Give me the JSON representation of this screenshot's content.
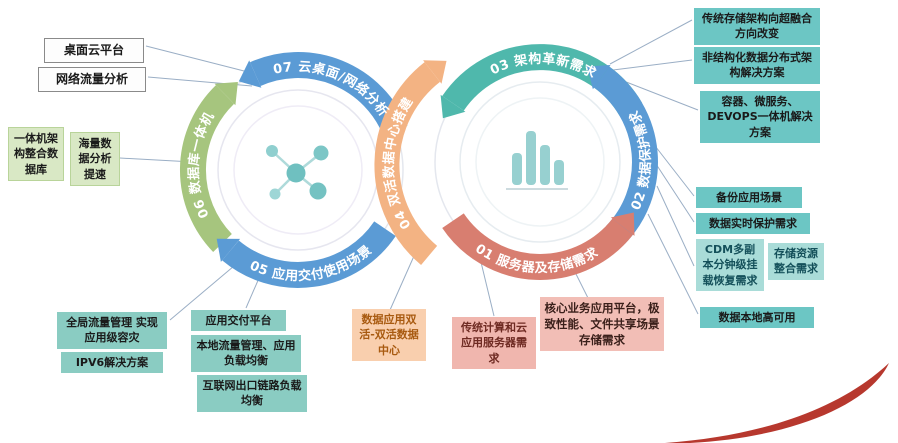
{
  "palette": {
    "arc_blue": "#5b9bd5",
    "arc_green": "#a6c57e",
    "arc_teal": "#4fb8ac",
    "arc_orange": "#f3b383",
    "arc_red": "#d87e70",
    "teal_box": "#6cc6c4",
    "teal_box_light": "#a9dcd8",
    "green_box": "#d9e8c5",
    "mint_box": "#8accc2",
    "orange_box": "#f9cfae",
    "pink_box": "#f0b6ae",
    "white_box": "#fdfdfd",
    "connector": "#9aaec5",
    "swoosh_red": "#b7382e",
    "hub_icon_teal": "#6fc0c0"
  },
  "arcs": {
    "a07": "07 云桌面/网络分析",
    "a06": "06 数据库一体机",
    "a05": "05 应用交付使用场景",
    "a04": "04 双活数据中心搭建",
    "a03": "03 架构革新需求",
    "a02": "02 数据保护需求",
    "a01": "01 服务器及存储需求"
  },
  "boxes": {
    "desktop_cloud": "桌面云平台",
    "network_traffic": "网络流量分析",
    "appliance_arch": "一体机架构整合数据库",
    "mass_data": "海量数据分析提速",
    "global_traffic": "全局流量管理 实现应用级容灾",
    "ipv6": "IPV6解决方案",
    "app_delivery": "应用交付平台",
    "local_traffic": "本地流量管理、应用负载均衡",
    "internet_link": "互联网出口链路负载均衡",
    "active_active": "数据应用双活-双活数据中心",
    "traditional_compute": "传统计算和云应用服务器需求",
    "core_business": "核心业务应用平台，极致性能、文件共享场景存储需求",
    "storage_hci": "传统存储架构向超融合方向改变",
    "unstructured": "非结构化数据分布式架构解决方案",
    "container_devops": "容器、微服务、DEVOPS一体机解决方案",
    "backup_scene": "备份应用场景",
    "realtime_protect": "数据实时保护需求",
    "cdm": "CDM多副本分钟级挂载恢复需求",
    "storage_consolidation": "存储资源整合需求",
    "local_ha": "数据本地高可用"
  }
}
